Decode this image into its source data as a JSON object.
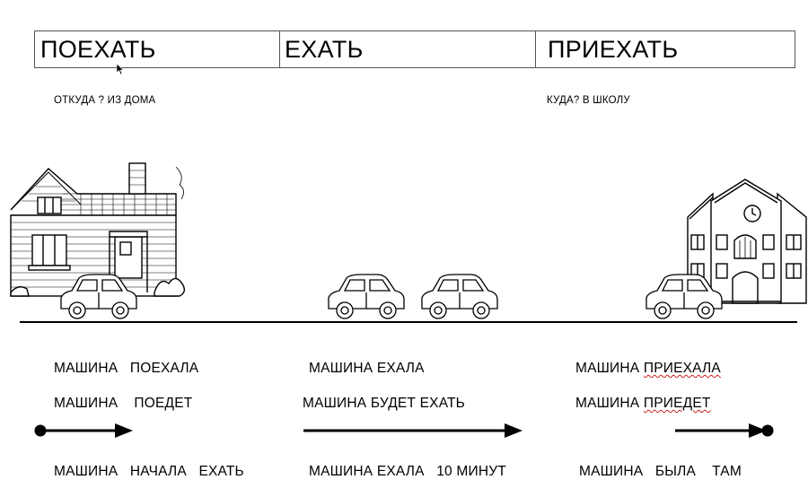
{
  "table": {
    "col1": "ПОЕХАТЬ",
    "col2": "ЕХАТЬ",
    "col3": "ПРИЕХАТЬ"
  },
  "questions": {
    "from": "ОТКУДА ?  ИЗ ДОМА",
    "to": "КУДА? В ШКОЛУ"
  },
  "sentences": {
    "left": {
      "s1_subject": "МАШИНА",
      "s1_verb": "ПОЕХАЛА",
      "s2_subject": "МАШИНА",
      "s2_verb": "ПОЕДЕТ",
      "s3_subject": "МАШИНА",
      "s3_verb": "НАЧАЛА",
      "s3_rest": "ЕХАТЬ"
    },
    "middle": {
      "s1": "МАШИНА ЕХАЛА",
      "s2": "МАШИНА БУДЕТ ЕХАТЬ",
      "s3_main": "МАШИНА ЕХАЛА",
      "s3_duration": "10 МИНУТ"
    },
    "right": {
      "s1_subject": "МАШИНА",
      "s1_verb": "ПРИЕХАЛА",
      "s2_subject": "МАШИНА",
      "s2_verb": "ПРИЕДЕТ",
      "s3_subject": "МАШИНА",
      "s3_verb": "БЫЛА",
      "s3_rest": "ТАМ"
    }
  },
  "colors": {
    "ink": "#000000",
    "spellcheck": "#d02020"
  },
  "icons": [
    "house-illustration",
    "school-illustration",
    "car-icon",
    "mouse-cursor-icon"
  ]
}
